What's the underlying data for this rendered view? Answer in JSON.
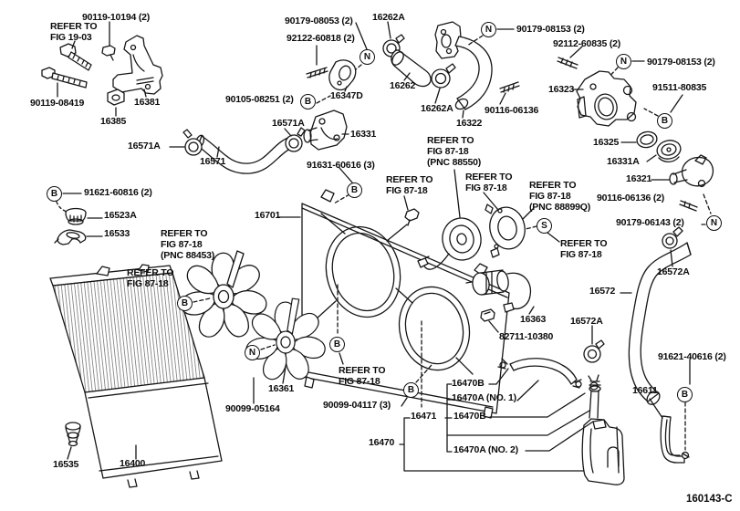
{
  "doc": {
    "drawing_number": "160143-C"
  },
  "labels": [
    {
      "text": "REFER TO\nFIG 19-03"
    },
    {
      "text": "90119-10194 (2)"
    },
    {
      "text": "90119-08419"
    },
    {
      "text": "16381"
    },
    {
      "text": "16385"
    },
    {
      "text": "90179-08053 (2)"
    },
    {
      "text": "92122-60818 (2)"
    },
    {
      "text": "16262A"
    },
    {
      "text": "16262"
    },
    {
      "text": "90105-08251 (2)"
    },
    {
      "text": "16347D"
    },
    {
      "text": "16262A"
    },
    {
      "text": "16322"
    },
    {
      "text": "90116-06136"
    },
    {
      "text": "90179-08153 (2)"
    },
    {
      "text": "92112-60835 (2)"
    },
    {
      "text": "90179-08153 (2)"
    },
    {
      "text": "16323"
    },
    {
      "text": "91511-80835"
    },
    {
      "text": "16325"
    },
    {
      "text": "16331A"
    },
    {
      "text": "16321"
    },
    {
      "text": "90116-06136 (2)"
    },
    {
      "text": "90179-06143 (2)"
    },
    {
      "text": "16571A"
    },
    {
      "text": "16571"
    },
    {
      "text": "16571A"
    },
    {
      "text": "16331"
    },
    {
      "text": "91631-60616 (3)"
    },
    {
      "text": "91621-60816 (2)"
    },
    {
      "text": "16523A"
    },
    {
      "text": "16533"
    },
    {
      "text": "16701"
    },
    {
      "text": "REFER TO\nFIG 87-18\n(PNC 88550)"
    },
    {
      "text": "REFER TO\nFIG 87-18"
    },
    {
      "text": "REFER TO\nFIG 87-18"
    },
    {
      "text": "REFER TO\nFIG 87-18\n(PNC 88899Q)"
    },
    {
      "text": "REFER TO\nFIG 87-18"
    },
    {
      "text": "REFER TO\nFIG 87-18\n(PNC 88453)"
    },
    {
      "text": "REFER TO\nFIG 87-18"
    },
    {
      "text": "16572A"
    },
    {
      "text": "16572"
    },
    {
      "text": "16572A"
    },
    {
      "text": "16363"
    },
    {
      "text": "82711-10380"
    },
    {
      "text": "16361"
    },
    {
      "text": "90099-05164"
    },
    {
      "text": "REFER TO\nFIG 87-18"
    },
    {
      "text": "90099-04117 (3)"
    },
    {
      "text": "16470B"
    },
    {
      "text": "16470A (NO. 1)"
    },
    {
      "text": "16471"
    },
    {
      "text": "16470B"
    },
    {
      "text": "16470"
    },
    {
      "text": "16470A (NO. 2)"
    },
    {
      "text": "91621-40616 (2)"
    },
    {
      "text": "16611"
    },
    {
      "text": "16535"
    },
    {
      "text": "16400"
    }
  ],
  "markers": [
    {
      "letter": "N"
    },
    {
      "letter": "B"
    },
    {
      "letter": "N"
    },
    {
      "letter": "N"
    },
    {
      "letter": "B"
    },
    {
      "letter": "B"
    },
    {
      "letter": "B"
    },
    {
      "letter": "B"
    },
    {
      "letter": "N"
    },
    {
      "letter": "B"
    },
    {
      "letter": "S"
    },
    {
      "letter": "N"
    },
    {
      "letter": "B"
    },
    {
      "letter": "B"
    }
  ]
}
